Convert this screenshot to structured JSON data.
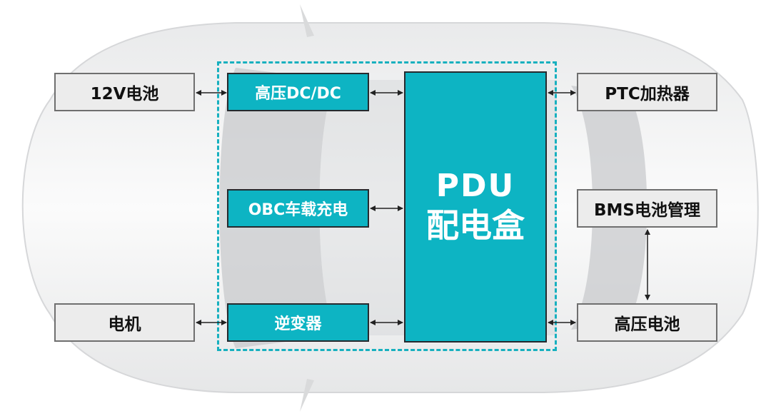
{
  "pdu": {
    "line1": "PDU",
    "line2": "配电盒"
  },
  "inner_modules": {
    "dcdc": "高压DC/DC",
    "obc": "OBC车载充电",
    "inverter": "逆变器"
  },
  "left_devices": {
    "battery_12v": "12V电池",
    "motor": "电机"
  },
  "right_devices": {
    "ptc_heater": "PTC加热器",
    "bms": "BMS电池管理",
    "hv_battery": "高压电池"
  },
  "colors": {
    "teal": "#0db4c3",
    "dashed_border": "#17b0bf",
    "grey_fill": "#ececec",
    "grey_border": "#6f6f6f"
  }
}
